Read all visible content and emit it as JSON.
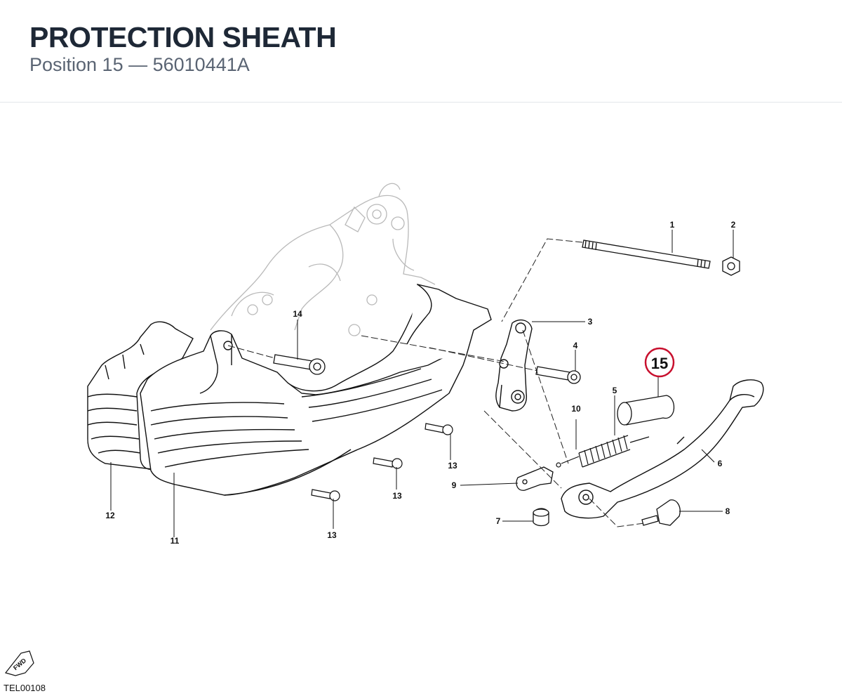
{
  "header": {
    "title": "PROTECTION SHEATH",
    "position_label": "Position 15",
    "separator": " — ",
    "part_number": "56010441A"
  },
  "diagram": {
    "highlight_color": "#c8102e",
    "callouts": {
      "c1": "1",
      "c2": "2",
      "c3": "3",
      "c4": "4",
      "c5": "5",
      "c6": "6",
      "c7": "7",
      "c8": "8",
      "c9": "9",
      "c10": "10",
      "c11": "11",
      "c12": "12",
      "c13a": "13",
      "c13b": "13",
      "c13c": "13",
      "c14": "14",
      "c15": "15"
    },
    "fwd_label": "FWD",
    "drawing_code": "TEL00108"
  }
}
